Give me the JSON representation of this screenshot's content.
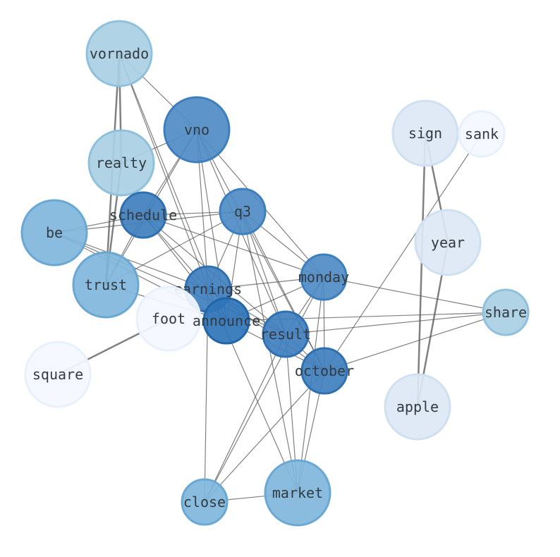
{
  "graph": {
    "nodes": [
      {
        "id": "vornado",
        "label": "vornado",
        "group": 2
      },
      {
        "id": "vno",
        "label": "vno",
        "group": 4
      },
      {
        "id": "realty",
        "label": "realty",
        "group": 2
      },
      {
        "id": "schedule",
        "label": "schedule",
        "group": 5
      },
      {
        "id": "q3",
        "label": "q3",
        "group": 4
      },
      {
        "id": "be",
        "label": "be",
        "group": 3
      },
      {
        "id": "trust",
        "label": "trust",
        "group": 3
      },
      {
        "id": "earnings",
        "label": "earnings",
        "group": 5
      },
      {
        "id": "foot",
        "label": "foot",
        "group": 0
      },
      {
        "id": "announce",
        "label": "announce",
        "group": 6
      },
      {
        "id": "monday",
        "label": "monday",
        "group": 4
      },
      {
        "id": "result",
        "label": "result",
        "group": 5
      },
      {
        "id": "october",
        "label": "october",
        "group": 5
      },
      {
        "id": "square",
        "label": "square",
        "group": 0
      },
      {
        "id": "close",
        "label": "close",
        "group": 3
      },
      {
        "id": "market",
        "label": "market",
        "group": 3
      },
      {
        "id": "sign",
        "label": "sign",
        "group": 1
      },
      {
        "id": "sank",
        "label": "sank",
        "group": 0
      },
      {
        "id": "year",
        "label": "year",
        "group": 1
      },
      {
        "id": "share",
        "label": "share",
        "group": 2
      },
      {
        "id": "apple",
        "label": "apple",
        "group": 1
      }
    ],
    "edges": [
      [
        "vornado",
        "trust",
        2
      ],
      [
        "vornado",
        "realty",
        2
      ],
      [
        "vornado",
        "vno",
        1
      ],
      [
        "vornado",
        "earnings",
        1
      ],
      [
        "vornado",
        "announce",
        1
      ],
      [
        "realty",
        "trust",
        2
      ],
      [
        "realty",
        "vno",
        1
      ],
      [
        "vno",
        "schedule",
        1
      ],
      [
        "vno",
        "trust",
        1
      ],
      [
        "vno",
        "earnings",
        1
      ],
      [
        "vno",
        "announce",
        1
      ],
      [
        "vno",
        "result",
        1
      ],
      [
        "vno",
        "october",
        1
      ],
      [
        "vno",
        "monday",
        1
      ],
      [
        "schedule",
        "q3",
        1
      ],
      [
        "schedule",
        "be",
        1
      ],
      [
        "schedule",
        "earnings",
        1
      ],
      [
        "schedule",
        "announce",
        1
      ],
      [
        "schedule",
        "result",
        1
      ],
      [
        "schedule",
        "monday",
        1
      ],
      [
        "schedule",
        "trust",
        1
      ],
      [
        "q3",
        "be",
        1
      ],
      [
        "q3",
        "trust",
        1
      ],
      [
        "q3",
        "earnings",
        1
      ],
      [
        "q3",
        "announce",
        1
      ],
      [
        "q3",
        "result",
        1
      ],
      [
        "q3",
        "october",
        1
      ],
      [
        "q3",
        "monday",
        1
      ],
      [
        "q3",
        "market",
        1
      ],
      [
        "be",
        "earnings",
        1
      ],
      [
        "be",
        "announce",
        1
      ],
      [
        "be",
        "result",
        1
      ],
      [
        "trust",
        "announce",
        1
      ],
      [
        "earnings",
        "monday",
        1
      ],
      [
        "earnings",
        "result",
        1
      ],
      [
        "earnings",
        "october",
        1
      ],
      [
        "earnings",
        "market",
        1
      ],
      [
        "earnings",
        "close",
        1
      ],
      [
        "announce",
        "monday",
        1
      ],
      [
        "announce",
        "share",
        1
      ],
      [
        "announce",
        "october",
        1
      ],
      [
        "monday",
        "result",
        1
      ],
      [
        "monday",
        "october",
        1
      ],
      [
        "monday",
        "share",
        1
      ],
      [
        "monday",
        "market",
        1
      ],
      [
        "monday",
        "close",
        1
      ],
      [
        "result",
        "october",
        1
      ],
      [
        "result",
        "market",
        1
      ],
      [
        "result",
        "close",
        1
      ],
      [
        "result",
        "share",
        1
      ],
      [
        "october",
        "market",
        1
      ],
      [
        "october",
        "close",
        1
      ],
      [
        "october",
        "share",
        1
      ],
      [
        "october",
        "sank",
        1
      ],
      [
        "close",
        "market",
        1
      ],
      [
        "foot",
        "square",
        2
      ],
      [
        "sign",
        "apple",
        2
      ],
      [
        "sign",
        "year",
        2
      ],
      [
        "year",
        "apple",
        2
      ]
    ],
    "group_colors": {
      "0": {
        "fill": "#f4f9ff",
        "stroke": "#e8f1fb"
      },
      "1": {
        "fill": "#dce8f5",
        "stroke": "#cfe0f1"
      },
      "2": {
        "fill": "#a9cfe4",
        "stroke": "#8fc1dc"
      },
      "3": {
        "fill": "#7fb6dc",
        "stroke": "#6aa8d4"
      },
      "4": {
        "fill": "#4f8cc6",
        "stroke": "#3d7fbe"
      },
      "5": {
        "fill": "#3f7fbf",
        "stroke": "#2f70b2"
      },
      "6": {
        "fill": "#2f74b8",
        "stroke": "#2266aa"
      }
    }
  }
}
